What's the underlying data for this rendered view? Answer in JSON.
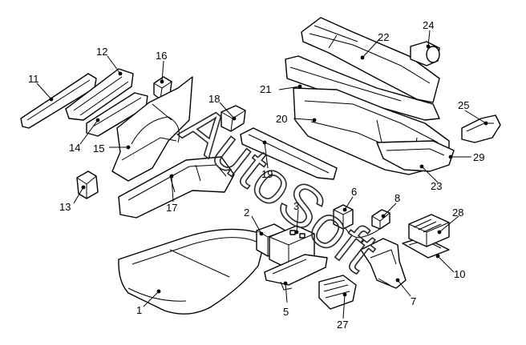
{
  "watermark": "AutoSoft",
  "callouts": [
    {
      "id": "c1",
      "label": "1"
    },
    {
      "id": "c2",
      "label": "2"
    },
    {
      "id": "c3",
      "label": "3"
    },
    {
      "id": "c5",
      "label": "5"
    },
    {
      "id": "c6",
      "label": "6"
    },
    {
      "id": "c7",
      "label": "7"
    },
    {
      "id": "c8",
      "label": "8"
    },
    {
      "id": "c10",
      "label": "10"
    },
    {
      "id": "c11",
      "label": "11"
    },
    {
      "id": "c12",
      "label": "12"
    },
    {
      "id": "c13",
      "label": "13"
    },
    {
      "id": "c14",
      "label": "14"
    },
    {
      "id": "c15",
      "label": "15"
    },
    {
      "id": "c16",
      "label": "16"
    },
    {
      "id": "c17",
      "label": "17"
    },
    {
      "id": "c18",
      "label": "18"
    },
    {
      "id": "c19",
      "label": "19"
    },
    {
      "id": "c20",
      "label": "20"
    },
    {
      "id": "c21",
      "label": "21"
    },
    {
      "id": "c22",
      "label": "22"
    },
    {
      "id": "c23",
      "label": "23"
    },
    {
      "id": "c24",
      "label": "24"
    },
    {
      "id": "c25",
      "label": "25"
    },
    {
      "id": "c27",
      "label": "27"
    },
    {
      "id": "c28",
      "label": "28"
    },
    {
      "id": "c29",
      "label": "29"
    }
  ]
}
